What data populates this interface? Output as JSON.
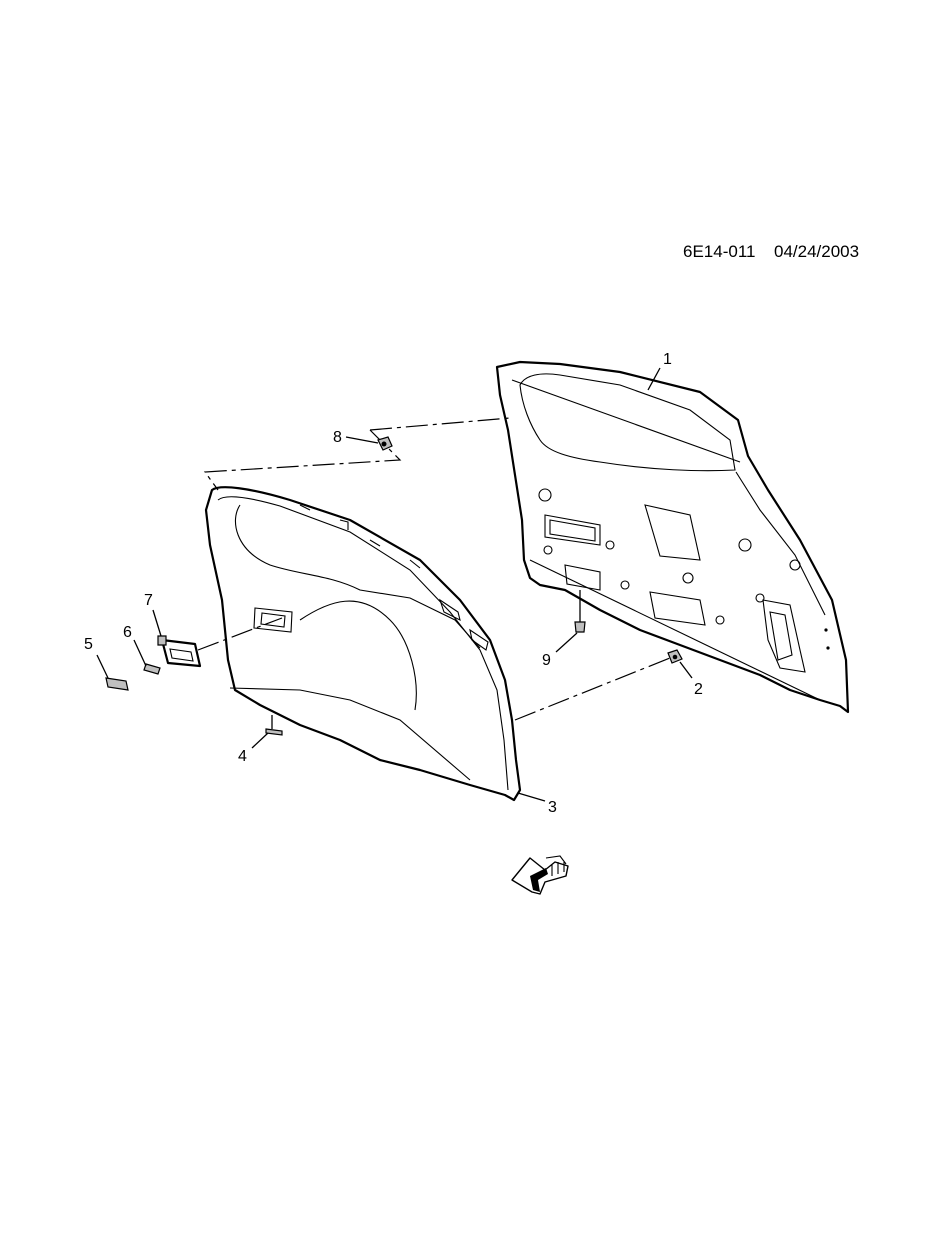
{
  "drawing_code": "6E14-011",
  "drawing_date": "04/24/2003",
  "callouts": {
    "c1": "1",
    "c2": "2",
    "c3": "3",
    "c4": "4",
    "c5": "5",
    "c6": "6",
    "c7": "7",
    "c8": "8",
    "c9": "9"
  },
  "icons": {
    "front_arrow": "front-direction-arrow-icon"
  }
}
